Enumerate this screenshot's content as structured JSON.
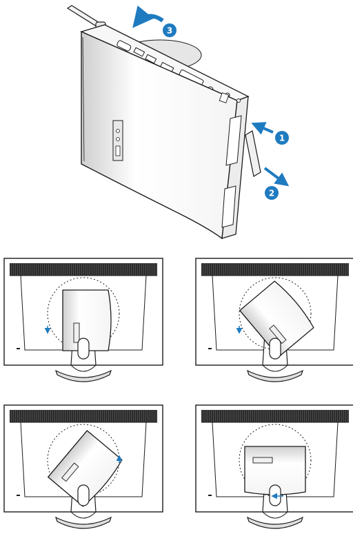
{
  "callouts": {
    "step1": "1",
    "step2": "2",
    "step3": "3"
  },
  "colors": {
    "arrow": "#1f7bc0",
    "outline": "#1a1a1a",
    "screen_band": "#2b2b2b",
    "device_fill": "#ffffff",
    "device_shade": "#d9d9d9"
  },
  "panels": [
    {
      "device_rotation_deg": 0,
      "rotation_arrow": "down-left"
    },
    {
      "device_rotation_deg": -40,
      "rotation_arrow": "down-left"
    },
    {
      "device_rotation_deg": 40,
      "rotation_arrow": "down-right"
    },
    {
      "device_rotation_deg": 90,
      "rotation_arrow": "left"
    }
  ]
}
